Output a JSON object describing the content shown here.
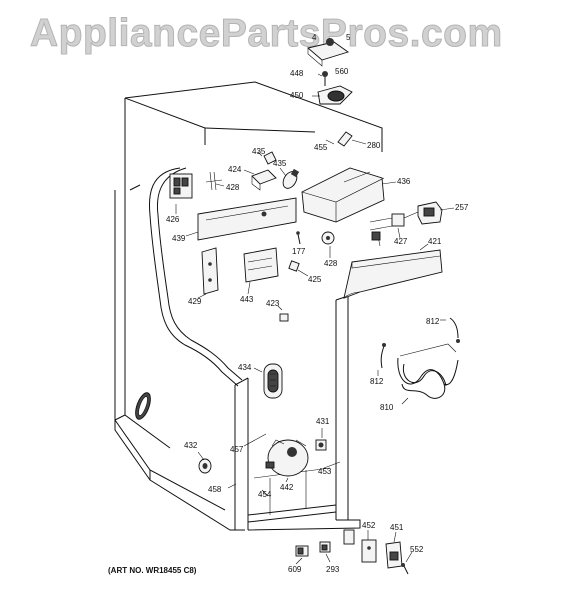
{
  "watermark": "AppliancePartsPros.com",
  "art_number": "(ART NO. WR18455 C8)",
  "callouts": {
    "p4": "4",
    "p5": "5",
    "p448": "448",
    "p560": "560",
    "p450": "450",
    "p455": "455",
    "p280": "280",
    "p435": "435",
    "p424": "424",
    "p428a": "428",
    "p435b": "435",
    "p436": "436",
    "p257": "257",
    "p426": "426",
    "p439": "439",
    "p177": "177",
    "p427": "427",
    "p421": "421",
    "p428b": "428",
    "p425": "425",
    "p429": "429",
    "p443": "443",
    "p423": "423",
    "p812a": "812",
    "p434": "434",
    "p812b": "812",
    "p810": "810",
    "p431": "431",
    "p432": "432",
    "p457": "457",
    "p453": "453",
    "p442": "442",
    "p458": "458",
    "p454": "454",
    "p452": "452",
    "p451": "451",
    "p552": "552",
    "p609": "609",
    "p293": "293"
  }
}
